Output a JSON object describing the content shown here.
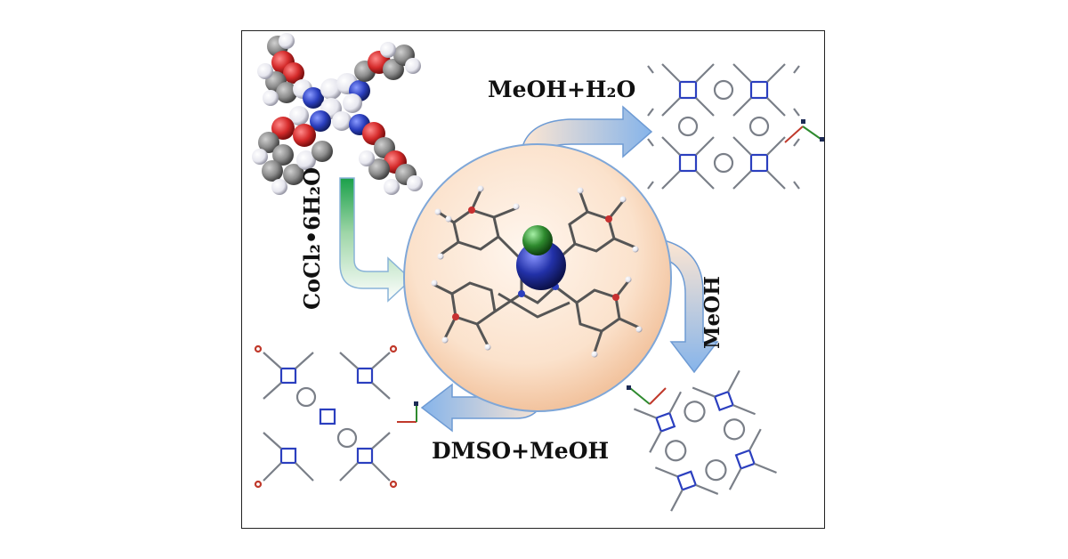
{
  "labels": {
    "top_right_solvent": "MeOH+H₂O",
    "left_reagent": "CoCl₂•6H₂O",
    "right_solvent": "MeOH",
    "bottom_solvent": "DMSO+MeOH"
  },
  "colors": {
    "oxygen": "#d42a2a",
    "nitrogen": "#2b3fbf",
    "carbon": "#8c8c8c",
    "hydrogen": "#e8e8ee",
    "cobalt": "#1e2aa0",
    "chloride": "#2e8a2e",
    "arrow_fill": "#9fc4ee",
    "arrow_stroke": "#6e9bd4",
    "sphere_center": "#fbe8d8",
    "sphere_edge": "#f2c7a3"
  },
  "icons": [
    "space-filling-ligand-model",
    "cobalt-complex-ball-and-stick",
    "crystal-packing-lattice",
    "axis-indicator"
  ]
}
